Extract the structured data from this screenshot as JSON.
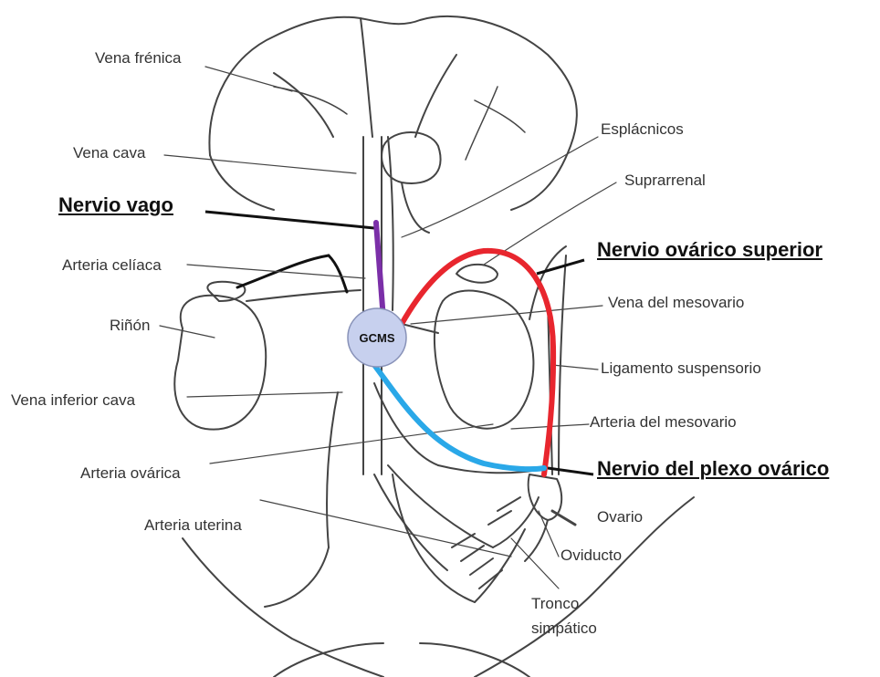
{
  "diagram": {
    "ganglion_label": "GCMS",
    "labels": {
      "vena_frenica": "Vena frénica",
      "vena_cava": "Vena cava",
      "nervio_vago": "Nervio vago",
      "arteria_celiaca": "Arteria celíaca",
      "rinon": "Riñón",
      "vena_inferior_cava": "Vena inferior cava",
      "arteria_ovarica": "Arteria ovárica",
      "arteria_uterina": "Arteria uterina",
      "esplacnicos": "Esplácnicos",
      "suprarrenal": "Suprarrenal",
      "nervio_ovarico_superior": "Nervio ovárico superior",
      "vena_del_mesovario": "Vena del mesovario",
      "ligamento_suspensorio": "Ligamento suspensorio",
      "arteria_del_mesovario": "Arteria del mesovario",
      "nervio_del_plexo_ovarico": "Nervio del  plexo ovárico",
      "ovario": "Ovario",
      "oviducto": "Oviducto",
      "tronco_line1": "Tronco",
      "tronco_line2": "simpático"
    },
    "colors": {
      "vagus_nerve": "#7b2fa8",
      "superior_ovarian_nerve": "#e8262e",
      "ovarian_plexus_nerve": "#2aa8e8",
      "ganglion_fill": "#c7d0ee",
      "anatomy_stroke": "#444444"
    }
  }
}
